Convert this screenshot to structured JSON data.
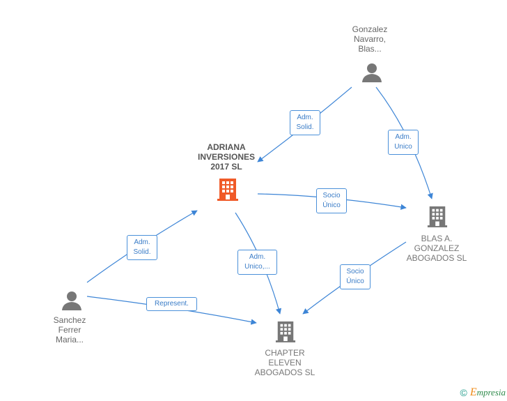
{
  "colors": {
    "edge": "#3d85d6",
    "person_icon": "#777777",
    "company_icon": "#777777",
    "company_highlight": "#f05a28"
  },
  "nodes": {
    "gonzalez": {
      "lines": [
        "Gonzalez",
        "Navarro,",
        "Blas..."
      ],
      "icon": "person-icon"
    },
    "adriana": {
      "lines": [
        "ADRIANA",
        "INVERSIONES",
        "2017  SL"
      ],
      "icon": "building-icon"
    },
    "blas_abogados": {
      "lines": [
        "BLAS A.",
        "GONZALEZ",
        "ABOGADOS  SL"
      ],
      "icon": "building-icon"
    },
    "sanchez": {
      "lines": [
        "Sanchez",
        "Ferrer",
        "Maria..."
      ],
      "icon": "person-icon"
    },
    "chapter": {
      "lines": [
        "CHAPTER",
        "ELEVEN",
        "ABOGADOS  SL"
      ],
      "icon": "building-icon"
    }
  },
  "edges": {
    "e1": {
      "lines": [
        "Adm.",
        "Solid."
      ]
    },
    "e2": {
      "lines": [
        "Adm.",
        "Unico"
      ]
    },
    "e3": {
      "lines": [
        "Socio",
        "Único"
      ]
    },
    "e4": {
      "lines": [
        "Adm.",
        "Solid."
      ]
    },
    "e5": {
      "lines": [
        "Adm.",
        "Unico,..."
      ]
    },
    "e6": {
      "lines": [
        "Socio",
        "Único"
      ]
    },
    "e7": {
      "lines": [
        "Represent."
      ]
    }
  },
  "footer": {
    "copyright": "©",
    "brand_initial": "E",
    "brand_rest": "mpresia"
  }
}
